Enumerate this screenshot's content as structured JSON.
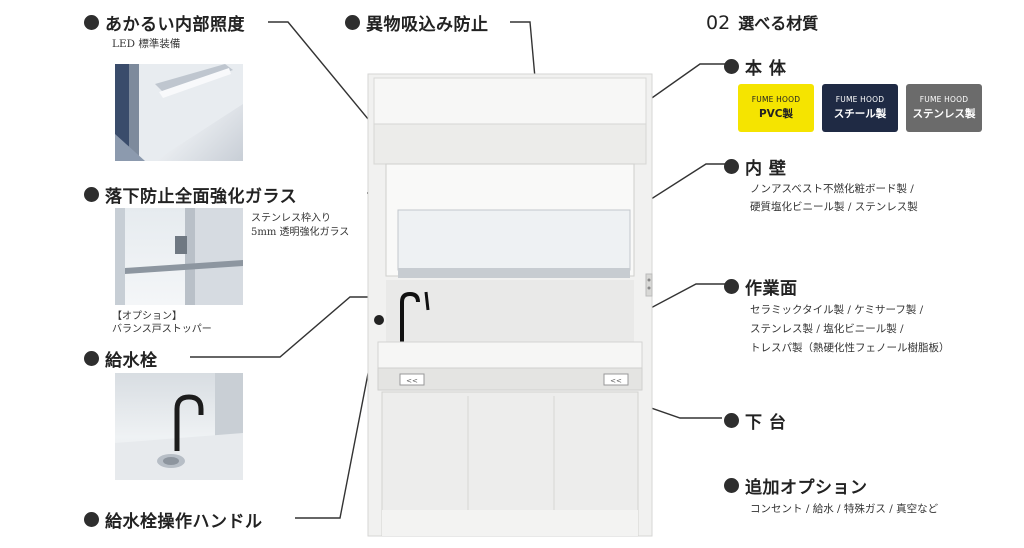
{
  "left": {
    "lighting": {
      "title": "あかるい内部照度",
      "sub": "LED 標準装備"
    },
    "glass": {
      "title": "落下防止全面強化ガラス",
      "note_1": "ステンレス枠入り",
      "note_2": "5mm 透明強化ガラス",
      "option_1": "【オプション】",
      "option_2": "バランス戸ストッパー"
    },
    "faucet": {
      "title": "給水栓"
    },
    "handle": {
      "title": "給水栓操作ハンドル"
    }
  },
  "center": {
    "intake": {
      "title": "異物吸込み防止"
    }
  },
  "right": {
    "section_number": "02",
    "section_title": "選べる材質",
    "body": {
      "title": "本 体",
      "badges": [
        {
          "top": "FUME HOOD",
          "bottom": "PVC製",
          "bg": "#f5e400",
          "fg": "#222222"
        },
        {
          "top": "FUME HOOD",
          "bottom": "スチール製",
          "bg": "#1f2a44",
          "fg": "#ffffff"
        },
        {
          "top": "FUME HOOD",
          "bottom": "ステンレス製",
          "bg": "#6b6b6b",
          "fg": "#ffffff"
        }
      ]
    },
    "inner_wall": {
      "title": "内 壁",
      "desc_1": "ノンアスベスト不燃化粧ボード製 /",
      "desc_2": "硬質塩化ビニール製 / ステンレス製"
    },
    "worktop": {
      "title": "作業面",
      "desc_1": "セラミックタイル製 / ケミサーフ製 /",
      "desc_2": "ステンレス製 / 塩化ビニール製 /",
      "desc_3": "トレスパ製（熱硬化性フェノール樹脂板）"
    },
    "base": {
      "title": "下 台"
    },
    "options": {
      "title": "追加オプション",
      "desc": "コンセント / 給水 / 特殊ガス / 真空など"
    }
  }
}
